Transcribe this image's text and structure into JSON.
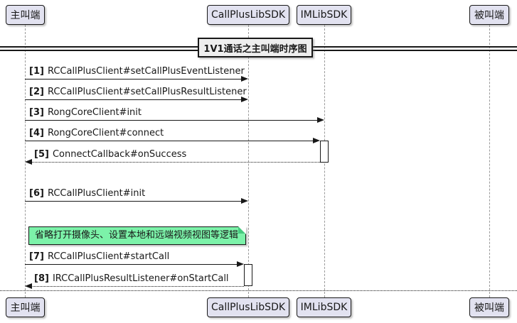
{
  "title": "1V1通话之主叫端时序图",
  "participants": [
    {
      "id": "caller",
      "label": "主叫端"
    },
    {
      "id": "callpluslibsdk",
      "label": "CallPlusLibSDK"
    },
    {
      "id": "imlibsdk",
      "label": "IMLibSDK"
    },
    {
      "id": "callee",
      "label": "被叫端"
    }
  ],
  "messages": [
    {
      "num": "[1]",
      "text": "RCCallPlusClient#setCallPlusEventListener",
      "from": "主叫端",
      "to": "CallPlusLibSDK",
      "line": "solid"
    },
    {
      "num": "[2]",
      "text": "RCCallPlusClient#setCallPlusResultListener",
      "from": "主叫端",
      "to": "CallPlusLibSDK",
      "line": "solid"
    },
    {
      "num": "[3]",
      "text": "RongCoreClient#init",
      "from": "主叫端",
      "to": "IMLibSDK",
      "line": "solid"
    },
    {
      "num": "[4]",
      "text": "RongCoreClient#connect",
      "from": "主叫端",
      "to": "IMLibSDK",
      "line": "solid"
    },
    {
      "num": "[5]",
      "text": "ConnectCallback#onSuccess",
      "from": "IMLibSDK",
      "to": "主叫端",
      "line": "dotted"
    },
    {
      "num": "[6]",
      "text": "RCCallPlusClient#init",
      "from": "主叫端",
      "to": "CallPlusLibSDK",
      "line": "solid"
    },
    {
      "num": "[7]",
      "text": "RCCallPlusClient#startCall",
      "from": "主叫端",
      "to": "CallPlusLibSDK",
      "line": "solid"
    },
    {
      "num": "[8]",
      "text": "IRCCallPlusResultListener#onStartCall",
      "from": "CallPlusLibSDK",
      "to": "主叫端",
      "line": "dotted"
    }
  ],
  "note": {
    "text": "省略打开摄像头、设置本地和远端视频视图等逻辑",
    "fill": "#7CF2A9"
  },
  "colors": {
    "participant_fill": "#E2E2F0",
    "participant_border": "#181818",
    "lifeline": "#9A9A9A",
    "arrow": "#181818",
    "divider_fill": "#EEEEEE",
    "note_fill": "#7CF2A9",
    "background": "#FFFFFF"
  }
}
